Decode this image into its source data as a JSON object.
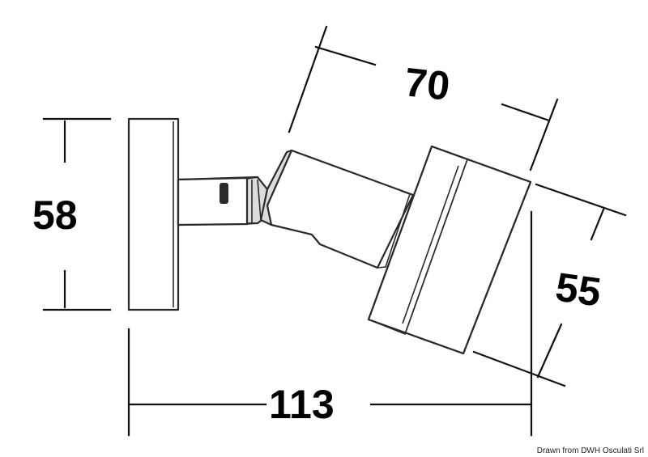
{
  "dimensions": {
    "height_left": "58",
    "total_width": "113",
    "head_length": "70",
    "head_diameter": "55"
  },
  "credit": "Drawn from DWH Osculati Srl",
  "colors": {
    "line": "#2a2a2a",
    "shade": "#dcdcdc",
    "text": "#000000",
    "background": "#ffffff"
  }
}
